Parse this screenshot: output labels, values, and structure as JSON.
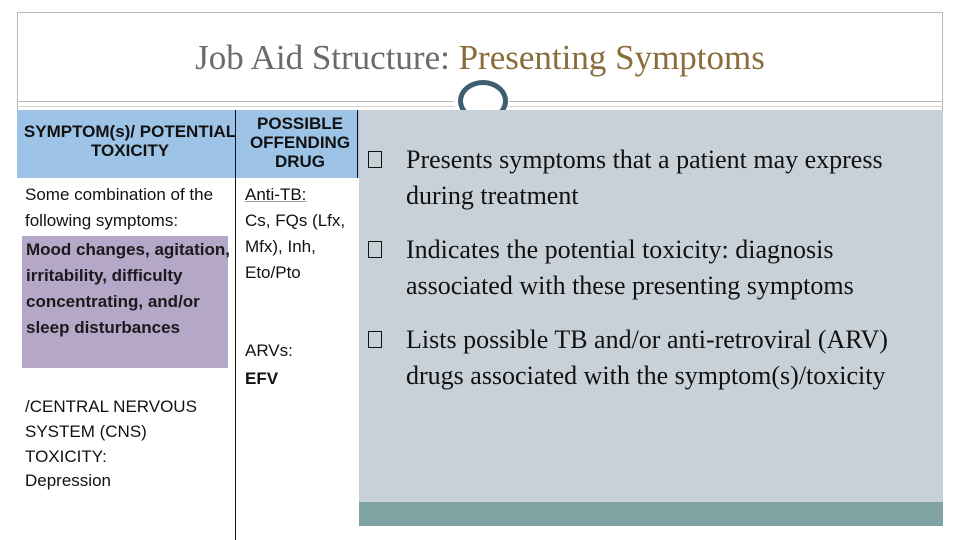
{
  "slide": {
    "title_part1": "Job Aid Structure: ",
    "title_part2": "Presenting Symptoms",
    "colors": {
      "title_gray": "#6b6b6b",
      "title_accent": "#8a6d3b",
      "header_blue": "#9dc3e6",
      "highlight_purple": "#b4a7c7",
      "panel": "#c9d1d8",
      "panel_footer": "#7fa2a2"
    },
    "bullets": [
      "Presents symptoms that a patient may express during treatment",
      "Indicates the potential toxicity: diagnosis associated with these presenting symptoms",
      "Lists possible TB and/or anti-retroviral (ARV) drugs associated with the symptom(s)/toxicity"
    ]
  },
  "job_aid": {
    "header_col1": "SYMPTOM(s)/ POTENTIAL TOXICITY",
    "header_col2": "POSSIBLE OFFENDING DRUG",
    "intro": "Some combination of the following symptoms:",
    "highlighted_symptoms": "Mood changes, agitation, irritability, difficulty concentrating, and/or sleep disturbances",
    "toxicity": "/CENTRAL NERVOUS SYSTEM (CNS) TOXICITY:",
    "diagnosis": "Depression",
    "anti_tb_label": "Anti-TB:",
    "anti_tb_drugs": "Cs, FQs (Lfx, Mfx), Inh, Eto/Pto",
    "arv_label": "ARVs:",
    "arv_drugs": "EFV"
  }
}
